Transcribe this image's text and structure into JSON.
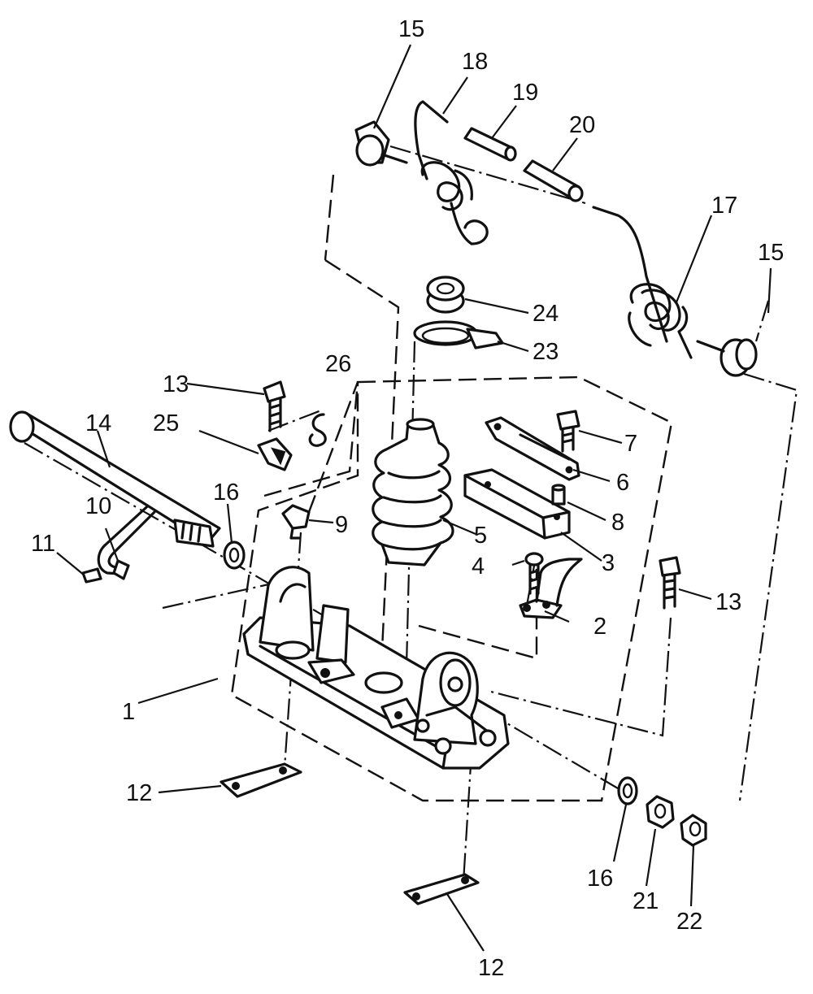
{
  "labels": {
    "l1": "1",
    "l2": "2",
    "l3": "3",
    "l4": "4",
    "l5": "5",
    "l6": "6",
    "l7": "7",
    "l8": "8",
    "l9": "9",
    "l10": "10",
    "l11": "11",
    "l12a": "12",
    "l12b": "12",
    "l13a": "13",
    "l13b": "13",
    "l14": "14",
    "l15a": "15",
    "l15b": "15",
    "l16a": "16",
    "l16b": "16",
    "l17": "17",
    "l18": "18",
    "l19": "19",
    "l20": "20",
    "l21": "21",
    "l22": "22",
    "l23": "23",
    "l24": "24",
    "l25": "25",
    "l26": "26"
  }
}
